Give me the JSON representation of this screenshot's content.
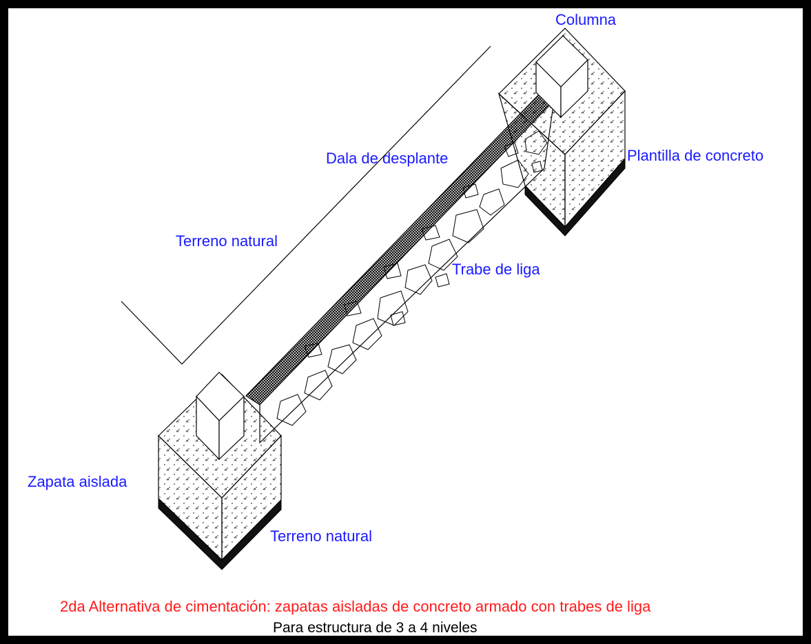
{
  "labels": {
    "columna": "Columna",
    "dala": "Dala de desplante",
    "plantilla": "Plantilla de concreto",
    "terreno_top": "Terreno natural",
    "trabe": "Trabe de liga",
    "zapata": "Zapata aislada",
    "terreno_bottom": "Terreno natural"
  },
  "caption": {
    "title": "2da Alternativa de cimentación: zapatas aisladas de concreto armado con trabes de liga",
    "subtitle": "Para estructura de 3 a 4 niveles"
  },
  "colors": {
    "label": "#1a1aff",
    "caption": "#ff1a1a",
    "frame": "#000000"
  }
}
